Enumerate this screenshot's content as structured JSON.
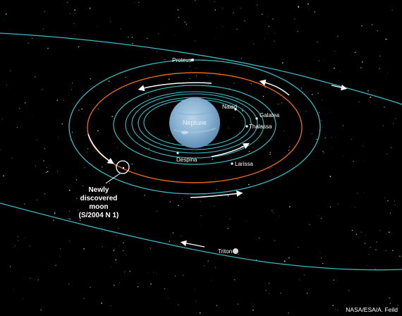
{
  "planet": {
    "name": "Neptune"
  },
  "moons": {
    "proteus": "Proteus",
    "naiad": "Naiad",
    "galatea": "Galatea",
    "thalassa": "Thalassa",
    "despina": "Despina",
    "larissa": "Larissa",
    "triton": "Triton"
  },
  "callout": {
    "line1": "Newly",
    "line2": "discovered",
    "line3": "moon",
    "line4": "(S/2004 N 1)"
  },
  "credit": "NASA/ESA/A. Feild",
  "colors": {
    "background": "#000000",
    "orbit_cyan": "#3fb8c2",
    "orbit_new_moon": "#e0661f",
    "planet": "#8fb7d6",
    "label": "#ffffff"
  }
}
